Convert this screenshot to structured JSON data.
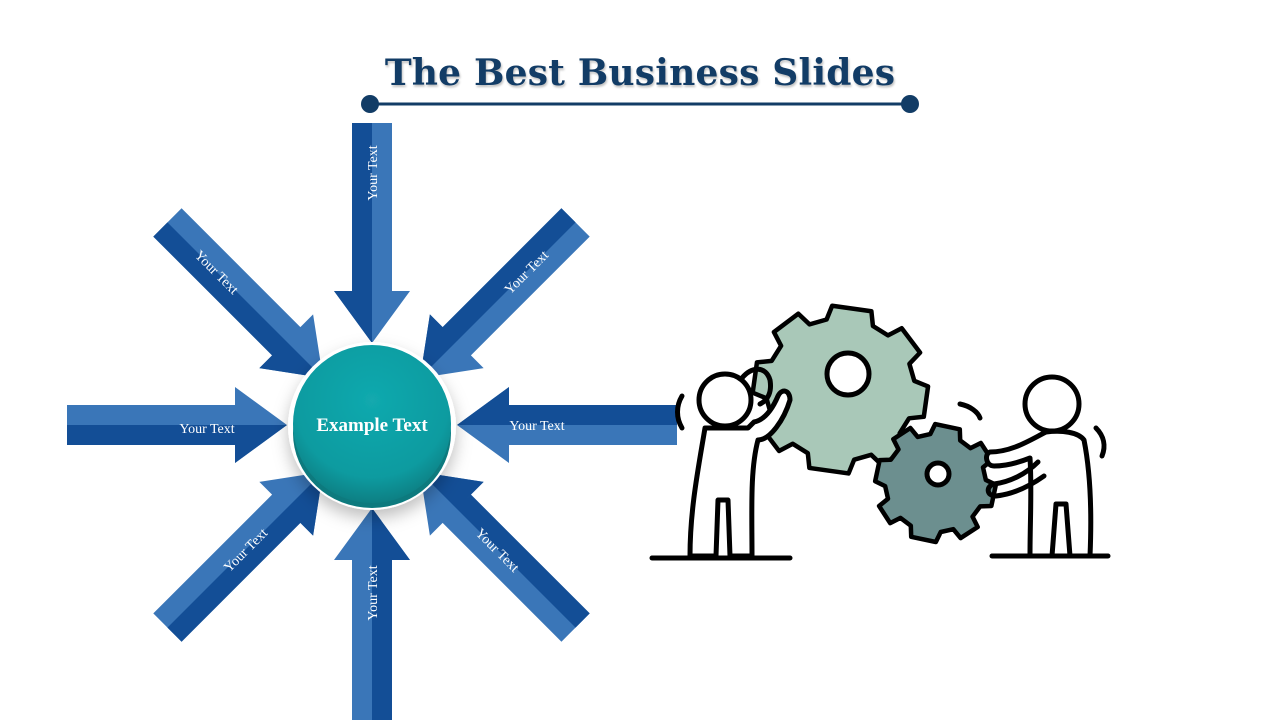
{
  "slide": {
    "title": "The Best Business Slides",
    "center_label": "Example Text",
    "arrow_labels": [
      "Your Text",
      "Your Text",
      "Your Text",
      "Your Text",
      "Your Text",
      "Your Text",
      "Your Text",
      "Your Text"
    ]
  },
  "colors": {
    "title": "#123c66",
    "rule": "#123c66",
    "arrow_light": "#3a76b8",
    "arrow_dark": "#134e96",
    "hub": "#0a9ba0",
    "hub_dark": "#087a7e",
    "gear_large": "#a9c8b8",
    "gear_small": "#6c8f8f"
  },
  "icons": {
    "illustration": "teamwork-gears-icon"
  }
}
